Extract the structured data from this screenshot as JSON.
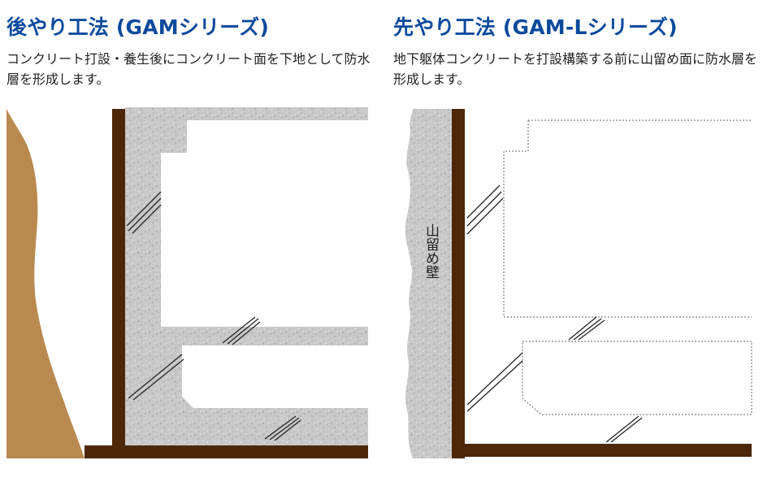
{
  "left": {
    "title": "後やり工法 (GAMシリーズ)",
    "description": "コンクリート打設・養生後にコンクリート面を下地として防水層を形成します。"
  },
  "right": {
    "title": "先やり工法 (GAM-Lシリーズ)",
    "description": "地下躯体コンクリートを打設構築する前に山留め面に防水層を形成します。",
    "retaining_wall_label": "山留め壁"
  },
  "colors": {
    "title": "#0c4a9c",
    "membrane": "#4e2708",
    "soil": "#b98a4f",
    "concrete": "#c9c9c9"
  }
}
